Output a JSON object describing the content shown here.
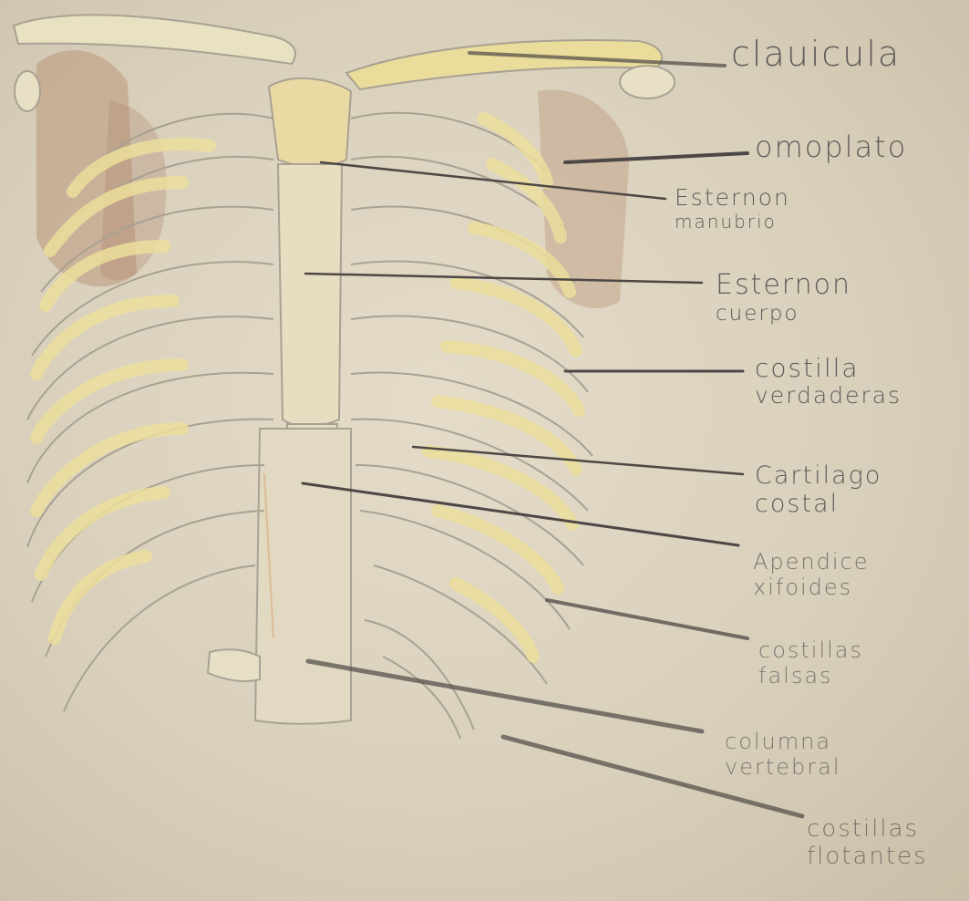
{
  "labels": {
    "clavicula": {
      "line1": "clauicula"
    },
    "omoplato": {
      "line1": "omoplato"
    },
    "esternon_manubrio": {
      "line1": "Esternon",
      "line2": "manubrio"
    },
    "esternon_cuerpo": {
      "line1": "Esternon",
      "line2": "cuerpo"
    },
    "costilla_verdadera": {
      "line1": "costilla",
      "line2": "verdaderas"
    },
    "cartilago_costal": {
      "line1": "Cartilago",
      "line2": "costal"
    },
    "apendice_xifoides": {
      "line1": "Apendice",
      "line2": "xifoides"
    },
    "costillas_falsas": {
      "line1": "costillas",
      "line2": "falsas"
    },
    "columna_vertebral": {
      "line1": "columna",
      "line2": "vertebral"
    },
    "costillas_flotantes": {
      "line1": "costillas",
      "line2": "flotantes"
    }
  },
  "colors": {
    "bone_yellow": "#ecdf9c",
    "bone_outline": "#a9a193",
    "scapula_brown": "#b58a6c",
    "leader_line": "#4d4845",
    "label_ink": "#5e5a58"
  }
}
